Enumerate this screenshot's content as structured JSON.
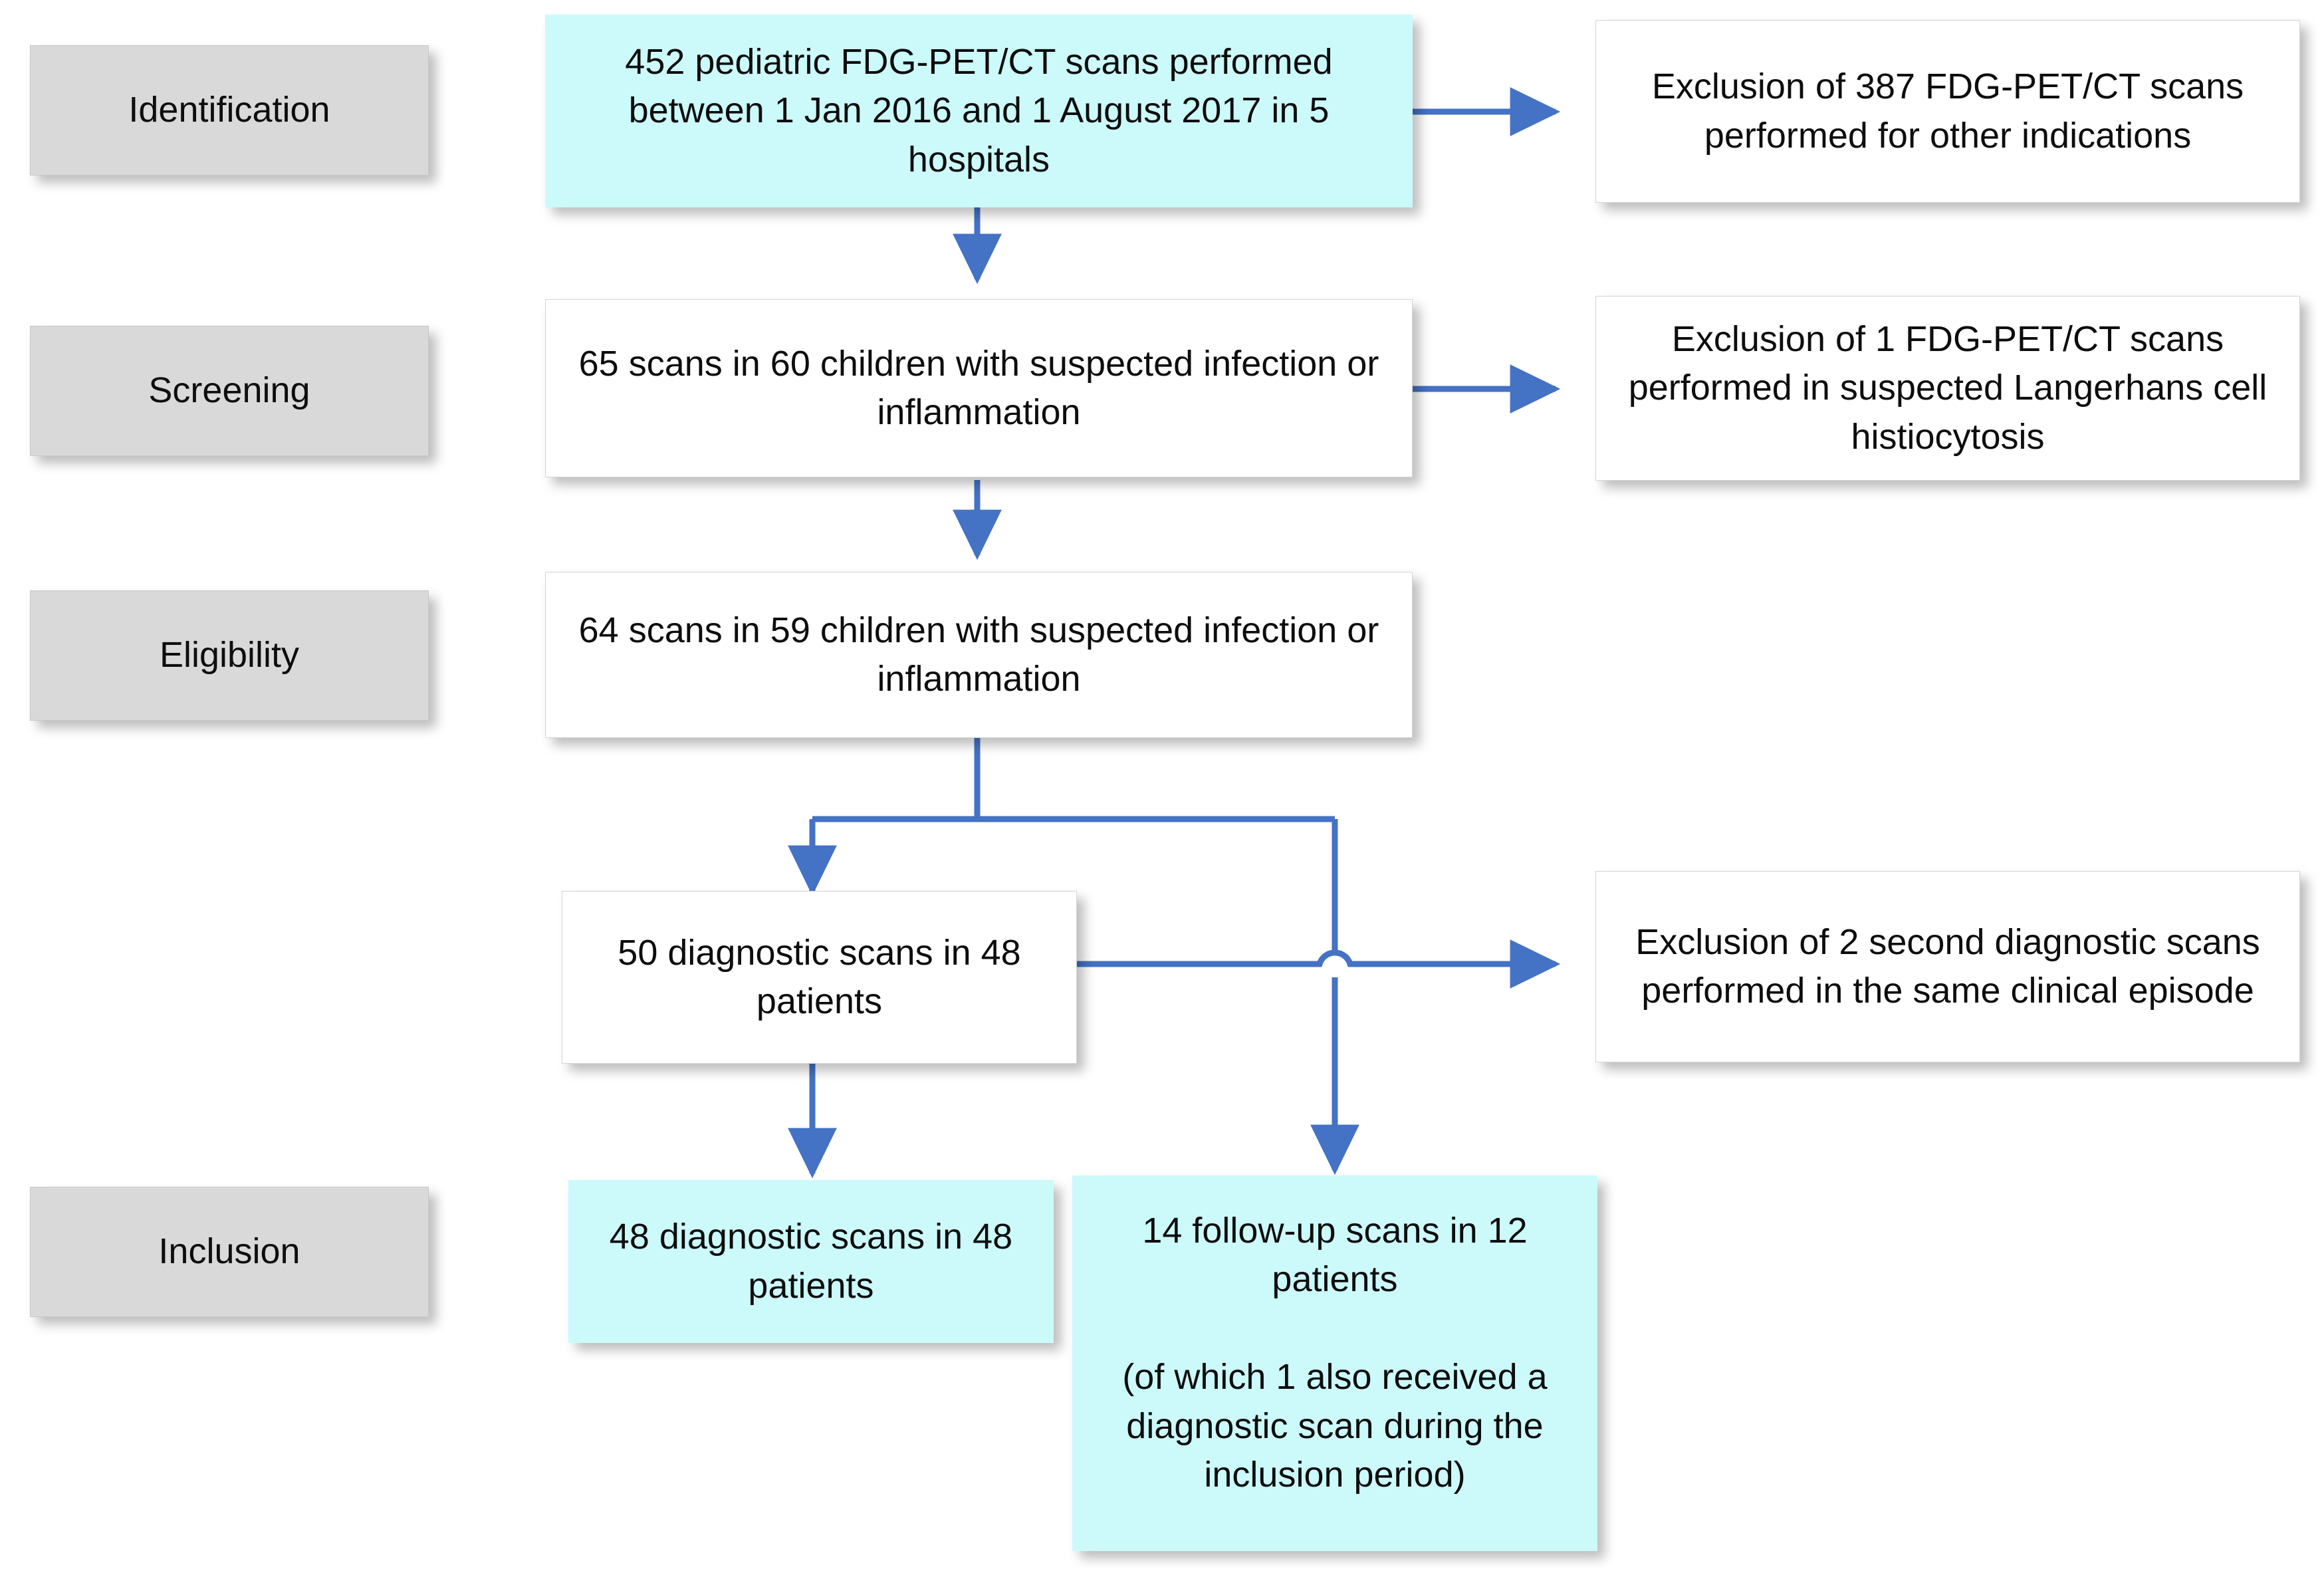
{
  "diagram": {
    "title": "Study inclusion flow diagram",
    "accent_color": "#4472C4",
    "highlight_color": "#CCFAFA",
    "stage_color": "#D9D9D9",
    "box_color": "#FFFFFF",
    "text_color": "#0D0D0D"
  },
  "stages": [
    {
      "id": "identification",
      "label": "Identification"
    },
    {
      "id": "screening",
      "label": "Screening"
    },
    {
      "id": "eligibility",
      "label": "Eligibility"
    },
    {
      "id": "inclusion",
      "label": "Inclusion"
    }
  ],
  "flow": {
    "identification_total": "452 pediatric FDG-PET/CT scans performed between 1 Jan 2016 and 1 August 2017 in 5 hospitals",
    "identification_excluded": "Exclusion of 387 FDG-PET/CT scans performed for other indications",
    "screening_total": "65 scans in 60 children with suspected infection or inflammation",
    "screening_excluded": "Exclusion of 1 FDG-PET/CT scans performed in suspected Langerhans cell histiocytosis",
    "eligibility_total": "64 scans in 59 children with suspected infection or inflammation",
    "diagnostic_scans": "50 diagnostic scans in 48 patients",
    "diagnostic_excluded": "Exclusion of 2 second diagnostic scans performed in the same clinical episode",
    "included_diagnostic": "48 diagnostic scans in 48 patients",
    "included_followup_line1": "14 follow-up scans in 12 patients",
    "included_followup_line2": "(of which 1 also received a diagnostic scan during the inclusion period)"
  },
  "counts": {
    "screened_total": 452,
    "excluded_other_indications": 387,
    "suspected_infection_scans": 65,
    "suspected_infection_children": 60,
    "excluded_langerhans": 1,
    "eligible_scans": 64,
    "eligible_children": 59,
    "diagnostic_scans": 50,
    "diagnostic_patients": 48,
    "excluded_second_diagnostic": 2,
    "included_diagnostic_scans": 48,
    "included_diagnostic_patients": 48,
    "included_followup_scans": 14,
    "included_followup_patients": 12,
    "followup_also_diagnostic": 1
  }
}
